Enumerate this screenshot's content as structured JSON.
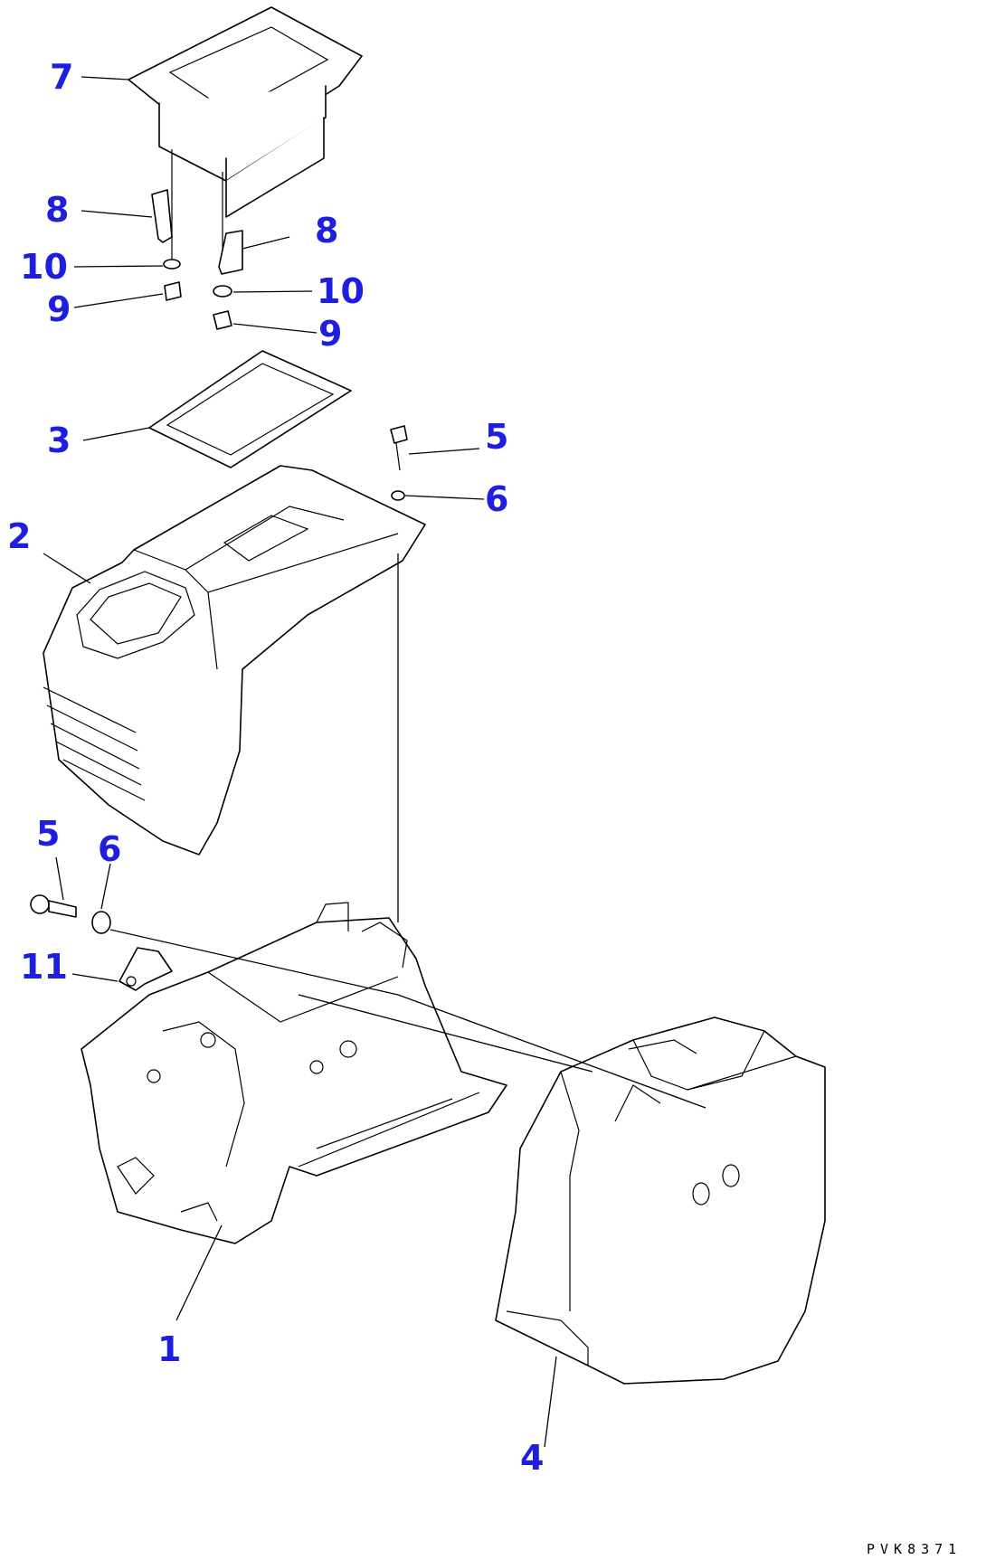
{
  "drawing_code": "PVK8371",
  "callouts": [
    {
      "id": "c7",
      "label": "7"
    },
    {
      "id": "c8a",
      "label": "8"
    },
    {
      "id": "c8b",
      "label": "8"
    },
    {
      "id": "c10a",
      "label": "10"
    },
    {
      "id": "c10b",
      "label": "10"
    },
    {
      "id": "c9a",
      "label": "9"
    },
    {
      "id": "c9b",
      "label": "9"
    },
    {
      "id": "c3",
      "label": "3"
    },
    {
      "id": "c5a",
      "label": "5"
    },
    {
      "id": "c6a",
      "label": "6"
    },
    {
      "id": "c2",
      "label": "2"
    },
    {
      "id": "c5b",
      "label": "5"
    },
    {
      "id": "c6b",
      "label": "6"
    },
    {
      "id": "c11",
      "label": "11"
    },
    {
      "id": "c1",
      "label": "1"
    },
    {
      "id": "c4",
      "label": "4"
    }
  ],
  "colors": {
    "callout": "#1e1ee0",
    "line": "#000000"
  }
}
